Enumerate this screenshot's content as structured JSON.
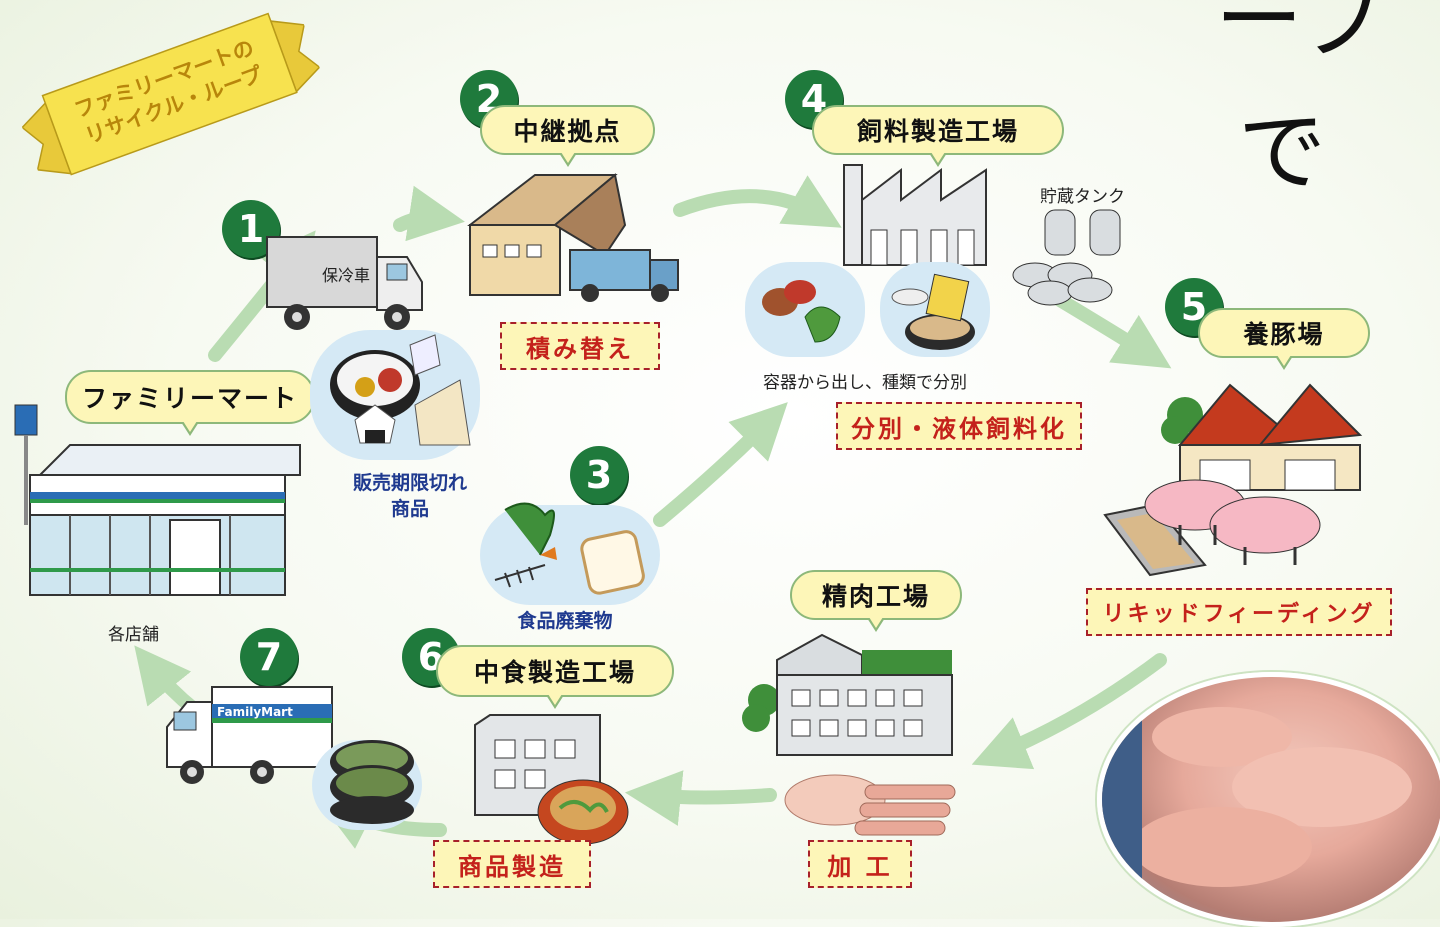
{
  "title": {
    "ribbon_line1": "ファミリーマートの",
    "ribbon_line2": "リサイクル・ループ",
    "heading_fragment_line1": "ープ",
    "heading_fragment_line2": "で"
  },
  "steps": {
    "s1": {
      "number": "1"
    },
    "s2": {
      "number": "2",
      "label": "中継拠点",
      "process": "積み替え"
    },
    "s3": {
      "number": "3",
      "caption": "食品廃棄物"
    },
    "s4": {
      "number": "4",
      "label": "飼料製造工場",
      "process": "分別・液体飼料化",
      "caption": "容器から出し、種類で分別",
      "tank_label": "貯蔵タンク"
    },
    "s5": {
      "number": "5",
      "label": "養豚場",
      "process": "リキッドフィーディング"
    },
    "s6": {
      "number": "6",
      "label": "中食製造工場",
      "process": "商品製造"
    },
    "s7": {
      "number": "7"
    }
  },
  "store": {
    "label": "ファミリーマート",
    "caption": "各店舗",
    "sign_text": "FamilyMart"
  },
  "truck": {
    "body_text": "保冷車",
    "delivery_text": "FamilyMart"
  },
  "expired": {
    "line1": "販売期限切れ",
    "line2": "商品"
  },
  "meat_plant": {
    "label": "精肉工場",
    "process": "加 工"
  },
  "colors": {
    "step_green": "#1f7a3c",
    "arrow_green": "#b9dcb2",
    "bubble_fill": "#fdf6b8",
    "process_red": "#c4211b",
    "ribbon_yellow": "#f7e24f"
  }
}
